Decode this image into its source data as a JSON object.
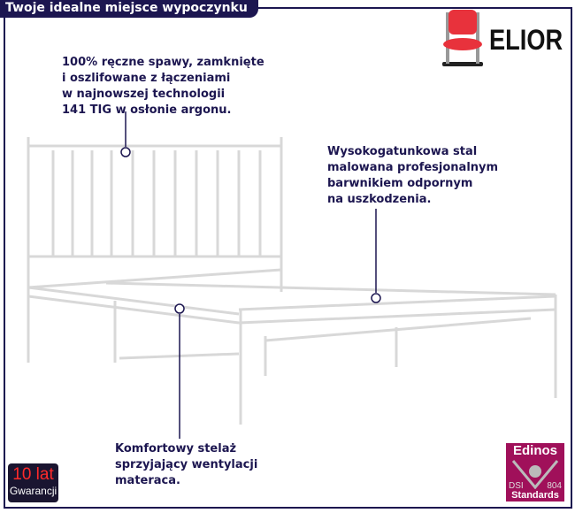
{
  "header": {
    "title": "Twoje idealne miejsce wypoczynku"
  },
  "brand": {
    "name": "ELIOR",
    "icon": "chair-icon",
    "accent": "#e8323c"
  },
  "annotations": {
    "welds": "100% ręczne spawy, zamknięte\ni oszlifowane z łączeniami\nw najnowszej technologii\n141 TIG w osłonie argonu.",
    "steel": "Wysokogatunkowa stal\nmalowana profesjonalnym\nbarwnikiem odpornym\nna uszkodzenia.",
    "slats": "Komfortowy stelaż\nsprzyjający wentylacji\nmateraca."
  },
  "warranty": {
    "years": "10 lat",
    "label": "Gwarancji"
  },
  "certificate": {
    "brand": "Edinos",
    "left": "DSI",
    "right": "804",
    "label": "Standards"
  },
  "colors": {
    "navy": "#1c1650",
    "badge": "#a0105a"
  }
}
